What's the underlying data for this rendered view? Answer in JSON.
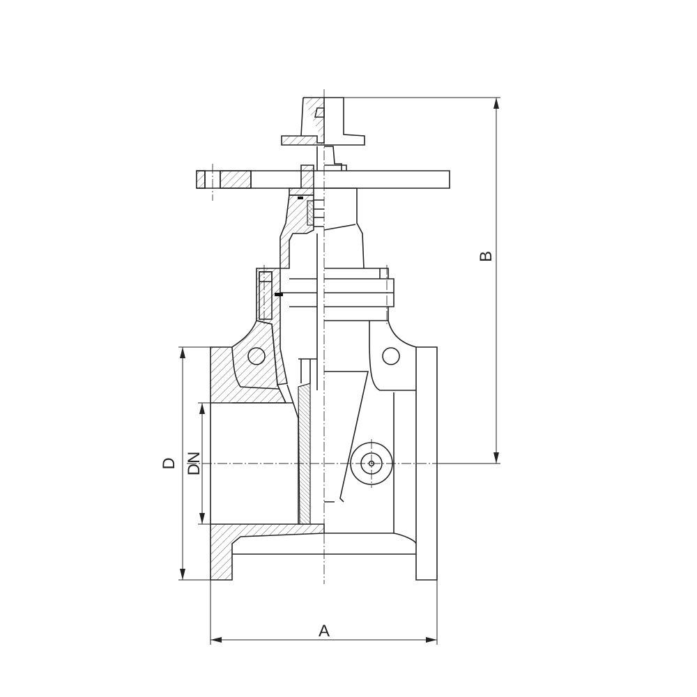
{
  "drawing": {
    "subject": "gate-valve-sectional-view",
    "dimensions": {
      "a_label": "A",
      "b_label": "B",
      "d_label": "D",
      "dn_label": "DN"
    },
    "line_color": "#222222"
  }
}
